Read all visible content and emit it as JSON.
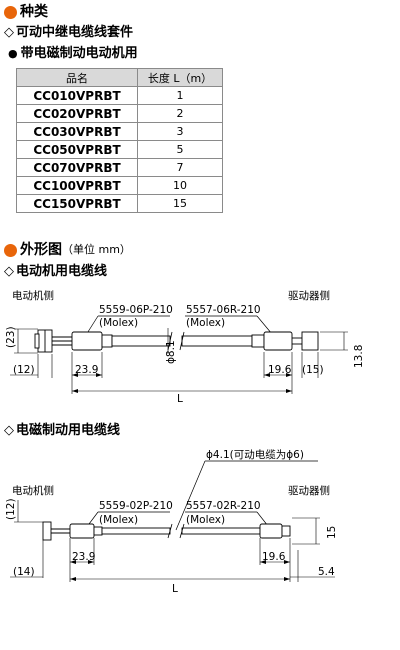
{
  "section_types": {
    "title": "种类",
    "sub_title": "可动中继电缆线套件",
    "bullet_title": "带电磁制动电动机用"
  },
  "table": {
    "headers": [
      "品名",
      "长度 L（m）"
    ],
    "rows": [
      {
        "name": "CC010VPRBT",
        "length": "1"
      },
      {
        "name": "CC020VPRBT",
        "length": "2"
      },
      {
        "name": "CC030VPRBT",
        "length": "3"
      },
      {
        "name": "CC050VPRBT",
        "length": "5"
      },
      {
        "name": "CC070VPRBT",
        "length": "7"
      },
      {
        "name": "CC100VPRBT",
        "length": "10"
      },
      {
        "name": "CC150VPRBT",
        "length": "15"
      }
    ]
  },
  "section_outline": {
    "title": "外形图",
    "unit": "（单位 mm）"
  },
  "diagram1": {
    "title": "电动机用电缆线",
    "left_label": "电动机侧",
    "right_label": "驱动器侧",
    "left_connector": "5559-06P-210",
    "left_maker": "(Molex)",
    "right_connector": "5557-06R-210",
    "right_maker": "(Molex)",
    "dim_23": "(23)",
    "dim_12": "(12)",
    "dim_239": "23.9",
    "dim_phi81": "ϕ8.1",
    "dim_196": "19.6",
    "dim_15": "(15)",
    "dim_138": "13.8",
    "dim_L": "L"
  },
  "diagram2": {
    "title": "电磁制动用电缆线",
    "phi_note": "ϕ4.1(可动电缆为ϕ6)",
    "left_label": "电动机侧",
    "right_label": "驱动器侧",
    "left_connector": "5559-02P-210",
    "left_maker": "(Molex)",
    "right_connector": "5557-02R-210",
    "right_maker": "(Molex)",
    "dim_12": "(12)",
    "dim_14": "(14)",
    "dim_239": "23.9",
    "dim_196": "19.6",
    "dim_15": "15",
    "dim_54": "5.4",
    "dim_L": "L"
  }
}
